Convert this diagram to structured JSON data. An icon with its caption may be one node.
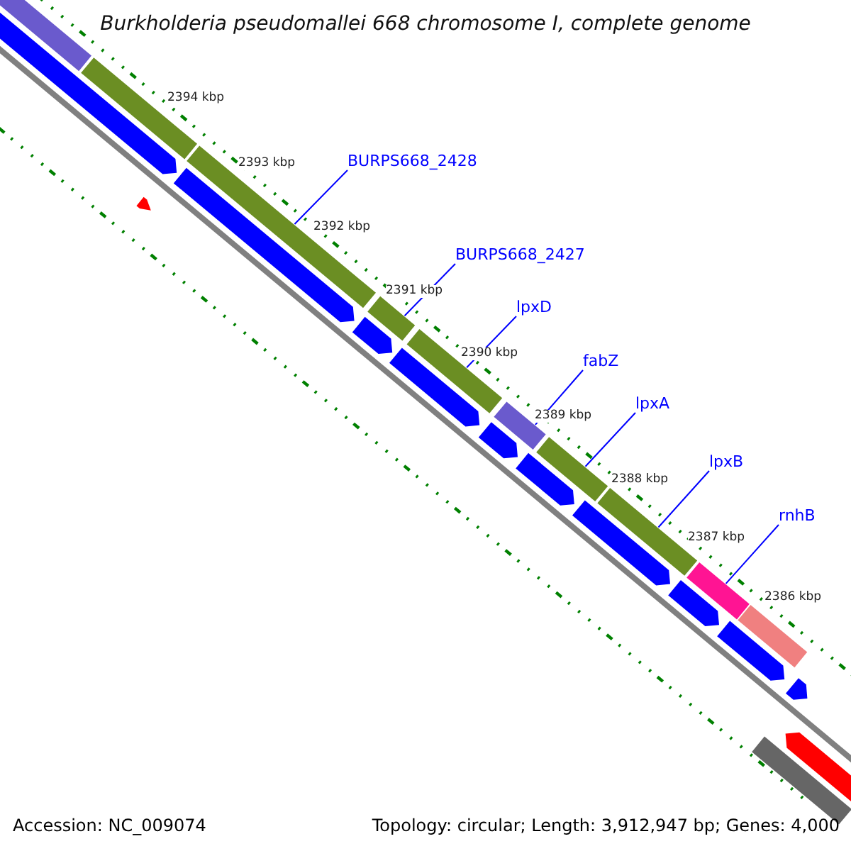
{
  "diagram": {
    "title": "Burkholderia pseudomallei 668 chromosome I, complete genome",
    "nodes": [
      {
        "text": [
          "BURPS668_2428"
        ]
      },
      {
        "text": [
          "BURPS668_2427"
        ]
      },
      {
        "text": [
          "lpxD"
        ]
      },
      {
        "text": [
          "fabZ"
        ]
      },
      {
        "text": [
          "lpxA"
        ]
      },
      {
        "text": [
          "lpxB"
        ]
      },
      {
        "text": [
          "rnhB"
        ]
      },
      {
        "text": [],
        "shape": "bar"
      },
      {
        "text": [],
        "shape": "pentagon"
      },
      {
        "text": [],
        "shape": "bar"
      },
      {
        "text": [],
        "shape": "pentagon"
      },
      {
        "text": [],
        "shape": "pentagon"
      },
      {
        "text": [],
        "shape": "bar"
      },
      {
        "text": [],
        "shape": "pentagon"
      },
      {
        "text": [],
        "shape": "bar"
      },
      {
        "text": [],
        "shape": "pentagon"
      },
      {
        "text": [],
        "shape": "bar"
      },
      {
        "text": [],
        "shape": "pentagon"
      },
      {
        "text": [],
        "shape": "bar"
      },
      {
        "text": [],
        "shape": "pentagon"
      },
      {
        "text": [],
        "shape": "bar"
      },
      {
        "text": [],
        "shape": "pentagon"
      },
      {
        "text": [],
        "shape": "bar"
      },
      {
        "text": [],
        "shape": "pentagon"
      },
      {
        "text": [],
        "shape": "bar"
      },
      {
        "text": [],
        "shape": "pentagon"
      },
      {
        "text": [],
        "shape": "bar"
      },
      {
        "text": [],
        "shape": "pentagon"
      },
      {
        "text": [],
        "shape": "bar"
      },
      {
        "text": [],
        "shape": "pentagon"
      }
    ],
    "edges": [
      {
        "from": 0,
        "to": 12,
        "arrow": "none"
      },
      {
        "from": 1,
        "to": 14,
        "arrow": "none"
      },
      {
        "from": 2,
        "to": 16,
        "arrow": "none"
      },
      {
        "from": 3,
        "to": 18,
        "arrow": "none"
      },
      {
        "from": 4,
        "to": 20,
        "arrow": "none"
      },
      {
        "from": 5,
        "to": 22,
        "arrow": "none"
      },
      {
        "from": 6,
        "to": 24,
        "arrow": "none"
      }
    ],
    "labels": [
      "2394 kbp",
      "2393 kbp",
      "2392 kbp",
      "2391 kbp",
      "2390 kbp",
      "2389 kbp",
      "2388 kbp",
      "2387 kbp",
      "2386 kbp",
      "Accession: NC_009074",
      "Topology: circular; Length: 3,912,947 bp; Genes: 4,000"
    ]
  }
}
